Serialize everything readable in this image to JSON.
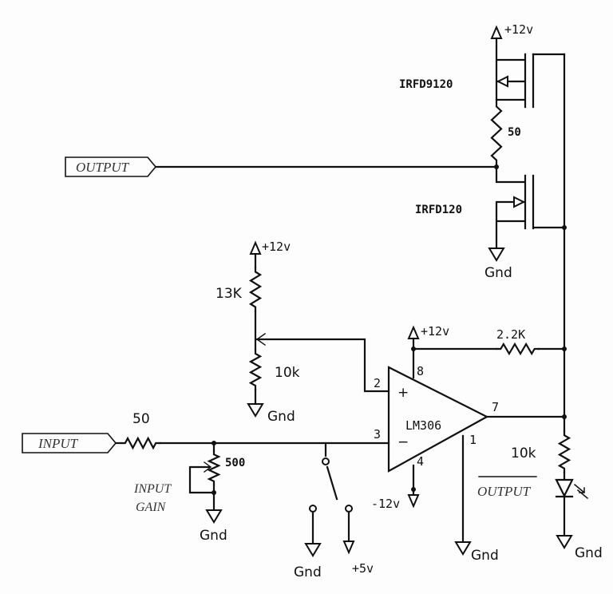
{
  "components": {
    "pmos": {
      "part": "IRFD9120",
      "supply": "+12v"
    },
    "nmos": {
      "part": "IRFD120",
      "ground": "Gnd"
    },
    "gate_resistor": "50",
    "bias_pot": {
      "top_resistor": "13K",
      "bottom_resistor": "10k",
      "supply": "+12v",
      "ground": "Gnd"
    },
    "opamp": {
      "part": "LM306",
      "plus": "+",
      "minus": "−",
      "pin_2": "2",
      "pin_3": "3",
      "pin_8": "8",
      "pin_4": "4",
      "pin_7": "7",
      "pin_1": "1",
      "pos_supply": "+12v",
      "neg_supply": "-12v",
      "pin1_ground": "Gnd"
    },
    "feedback_resistor": "2.2K",
    "input_resistor": "50",
    "gain_pot": {
      "value": "500",
      "label_line1": "INPUT",
      "label_line2": "GAIN",
      "ground": "Gnd"
    },
    "switch": {
      "ground": "Gnd",
      "supply": "+5v"
    },
    "led_resistor": "10k",
    "led_ground": "Gnd"
  },
  "ports": {
    "output": "OUTPUT",
    "input": "INPUT",
    "output_inverted": "OUTPUT"
  }
}
